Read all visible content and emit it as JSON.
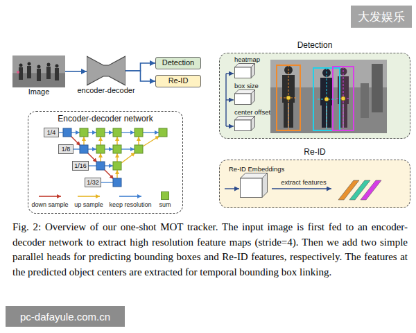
{
  "diagram": {
    "caption": "Fig. 2: Overview of our one-shot MOT tracker. The input image is first fed to an encoder-decoder network to extract high resolution feature maps (stride=4). Then we add two simple parallel heads for predicting bounding boxes and Re-ID features, respectively. The features at the predicted object centers are extracted for temporal bounding box linking.",
    "nodes": [
      {
        "text": [
          "Image"
        ]
      },
      {
        "text": [
          "encoder-decoder"
        ]
      },
      {
        "text": [
          "Detection"
        ]
      },
      {
        "text": [
          "Re-ID"
        ]
      },
      {
        "text": [
          "Detection"
        ]
      },
      {
        "text": [
          "heatmap"
        ],
        "in": 4
      },
      {
        "text": [
          "box size"
        ],
        "in": 4
      },
      {
        "text": [
          "center offset"
        ],
        "in": 4
      },
      {
        "text": [
          "Encoder-decoder network"
        ]
      },
      {
        "text": [
          "1/4"
        ],
        "in": 8
      },
      {
        "text": [
          "1/8"
        ],
        "in": 8
      },
      {
        "text": [
          "1/16"
        ],
        "in": 8
      },
      {
        "text": [
          "1/32"
        ],
        "in": 8
      },
      {
        "text": [
          "Re-ID"
        ]
      },
      {
        "text": [
          "Re-ID Embeddings"
        ],
        "in": 13
      }
    ],
    "edges": [
      {
        "from": 0,
        "to": 1,
        "arrow": "to"
      },
      {
        "from": 1,
        "to": 2,
        "arrow": "to"
      },
      {
        "from": 1,
        "to": 3,
        "arrow": "to"
      }
    ],
    "labels": [
      "大发娱乐",
      "extract features",
      "pc-dafayule.com.cn"
    ],
    "legend": [
      {
        "text": "down sample"
      },
      {
        "text": "up sample"
      },
      {
        "text": "keep resolution"
      },
      {
        "text": "sum",
        "color": "#8dc63f"
      }
    ]
  }
}
